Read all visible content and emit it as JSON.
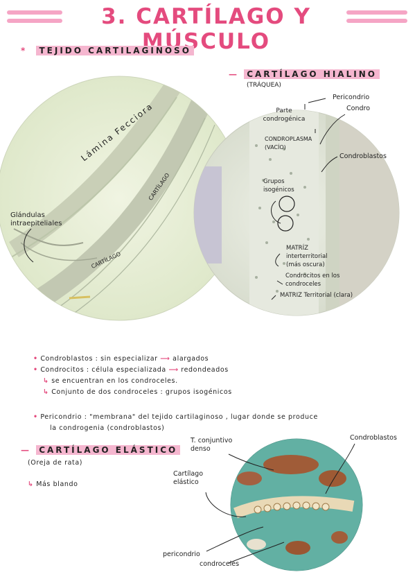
{
  "header": {
    "title": "3. CARTÍLAGO Y MÚSCULO"
  },
  "section_tejido": {
    "marker": "*",
    "title": "TEJIDO CARTILAGINOSO"
  },
  "micrograph1": {
    "labels": {
      "lamina": "Lámina Fecciora",
      "cartilago_a": "CARTÍLAGO",
      "cartilago_b": "CARTÍLAGO",
      "glandulas": "Glándulas intraepiteliales"
    }
  },
  "section_hialino": {
    "title": "CARTÍLAGO HIALINO",
    "subtitle": "(TRÁQUEA)",
    "labels": {
      "pericondrio": "Pericondrio",
      "condro": "Condro",
      "parte_condrogenica": "Parte condrogénica",
      "citoplasma": "CONDROPLASMA (VACÍO)",
      "condroblastos": "Condroblastos",
      "grupos": "Grupos isogénicos",
      "matriz_inter": "MATRÍZ interterritorial (más oscura)",
      "condrocitos": "Condrocitos en los condroceles",
      "matriz_terr": "MATRIZ Territorial (clara)"
    }
  },
  "notes": {
    "n1": "Condroblastos : sin especializar",
    "n1b": "alargados",
    "n2": "Condrocitos : célula especializada",
    "n2b": "redondeados",
    "n3": "se encuentran en los condroceles.",
    "n4": "Conjunto de dos condroceles : grupos isogénicos",
    "n5": "Pericondrio : \"membrana\" del tejido cartilaginoso , lugar donde se produce",
    "n5b": "la condrogenia (condroblastos)"
  },
  "section_elastico": {
    "title": "CARTÍLAGO ELÁSTICO",
    "subtitle": "(Oreja de rata)",
    "note": "Más blando",
    "labels": {
      "t_conjuntivo": "T. conjuntivo denso",
      "condroblastos": "Condroblastos",
      "cartilago_elastico": "Cartílago elástico",
      "pericondrio": "pericondrio",
      "condroceles": "condroceles"
    }
  },
  "colors": {
    "accent": "#e44b7e",
    "highlight": "#f5b6cf",
    "micro_bg": "#e9f0d8",
    "elastic_teal": "#4fa69a"
  }
}
